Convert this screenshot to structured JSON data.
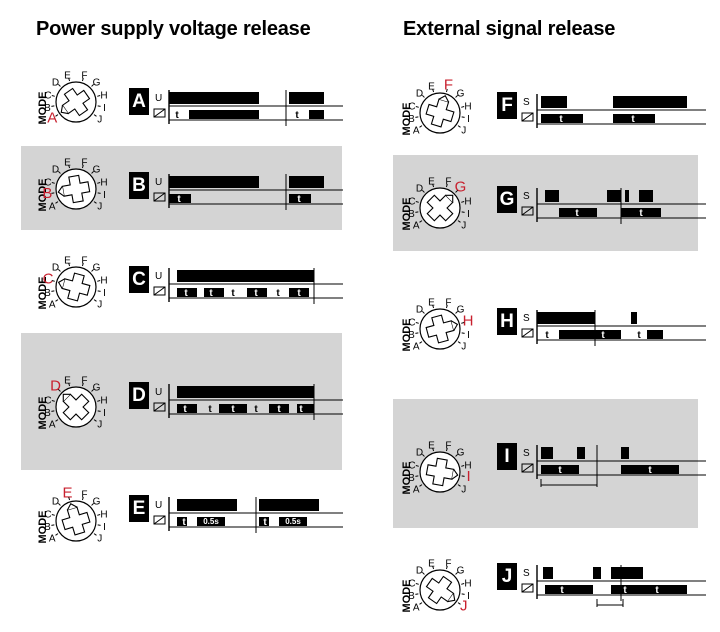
{
  "titles": {
    "left": "Power supply voltage release",
    "right": "External signal release"
  },
  "dial": {
    "label": "MODE",
    "positions": [
      "A",
      "B",
      "C",
      "D",
      "E",
      "F",
      "G",
      "H",
      "I",
      "J"
    ]
  },
  "colors": {
    "highlight_letter": "#c8202e",
    "panel_shade": "#d4d4d4",
    "ink": "#000000"
  },
  "modes": [
    {
      "id": "A",
      "input_label": "U",
      "relay_icon": "relay-coil-icon",
      "t_labels": [
        "t",
        "t"
      ],
      "pulse_labels": [],
      "shaded": false
    },
    {
      "id": "B",
      "input_label": "U",
      "relay_icon": "relay-coil-icon",
      "t_labels": [
        "t",
        "t"
      ],
      "pulse_labels": [],
      "shaded": true
    },
    {
      "id": "C",
      "input_label": "U",
      "relay_icon": "relay-coil-icon",
      "t_labels": [
        "t",
        "t",
        "t",
        "t",
        "t",
        "t"
      ],
      "pulse_labels": [],
      "shaded": false
    },
    {
      "id": "D",
      "input_label": "U",
      "relay_icon": "relay-coil-icon",
      "t_labels": [
        "t",
        "t",
        "t",
        "t",
        "t",
        "t"
      ],
      "pulse_labels": [],
      "shaded": true
    },
    {
      "id": "E",
      "input_label": "U",
      "relay_icon": "relay-coil-icon",
      "t_labels": [
        "t",
        "t"
      ],
      "pulse_labels": [
        "0.5s",
        "0.5s"
      ],
      "shaded": false
    },
    {
      "id": "F",
      "input_label": "S",
      "relay_icon": "relay-coil-icon",
      "t_labels": [
        "t",
        "t"
      ],
      "pulse_labels": [],
      "shaded": false
    },
    {
      "id": "G",
      "input_label": "S",
      "relay_icon": "relay-coil-icon",
      "t_labels": [
        "t",
        "t"
      ],
      "pulse_labels": [],
      "shaded": true
    },
    {
      "id": "H",
      "input_label": "S",
      "relay_icon": "relay-coil-icon",
      "t_labels": [
        "t",
        "t",
        "t"
      ],
      "pulse_labels": [],
      "shaded": false
    },
    {
      "id": "I",
      "input_label": "S",
      "relay_icon": "relay-coil-icon",
      "t_labels": [
        "t",
        "t"
      ],
      "pulse_labels": [],
      "shaded": true
    },
    {
      "id": "J",
      "input_label": "S",
      "relay_icon": "relay-coil-icon",
      "t_labels": [
        "t",
        "t",
        "t"
      ],
      "pulse_labels": [],
      "shaded": false
    }
  ]
}
